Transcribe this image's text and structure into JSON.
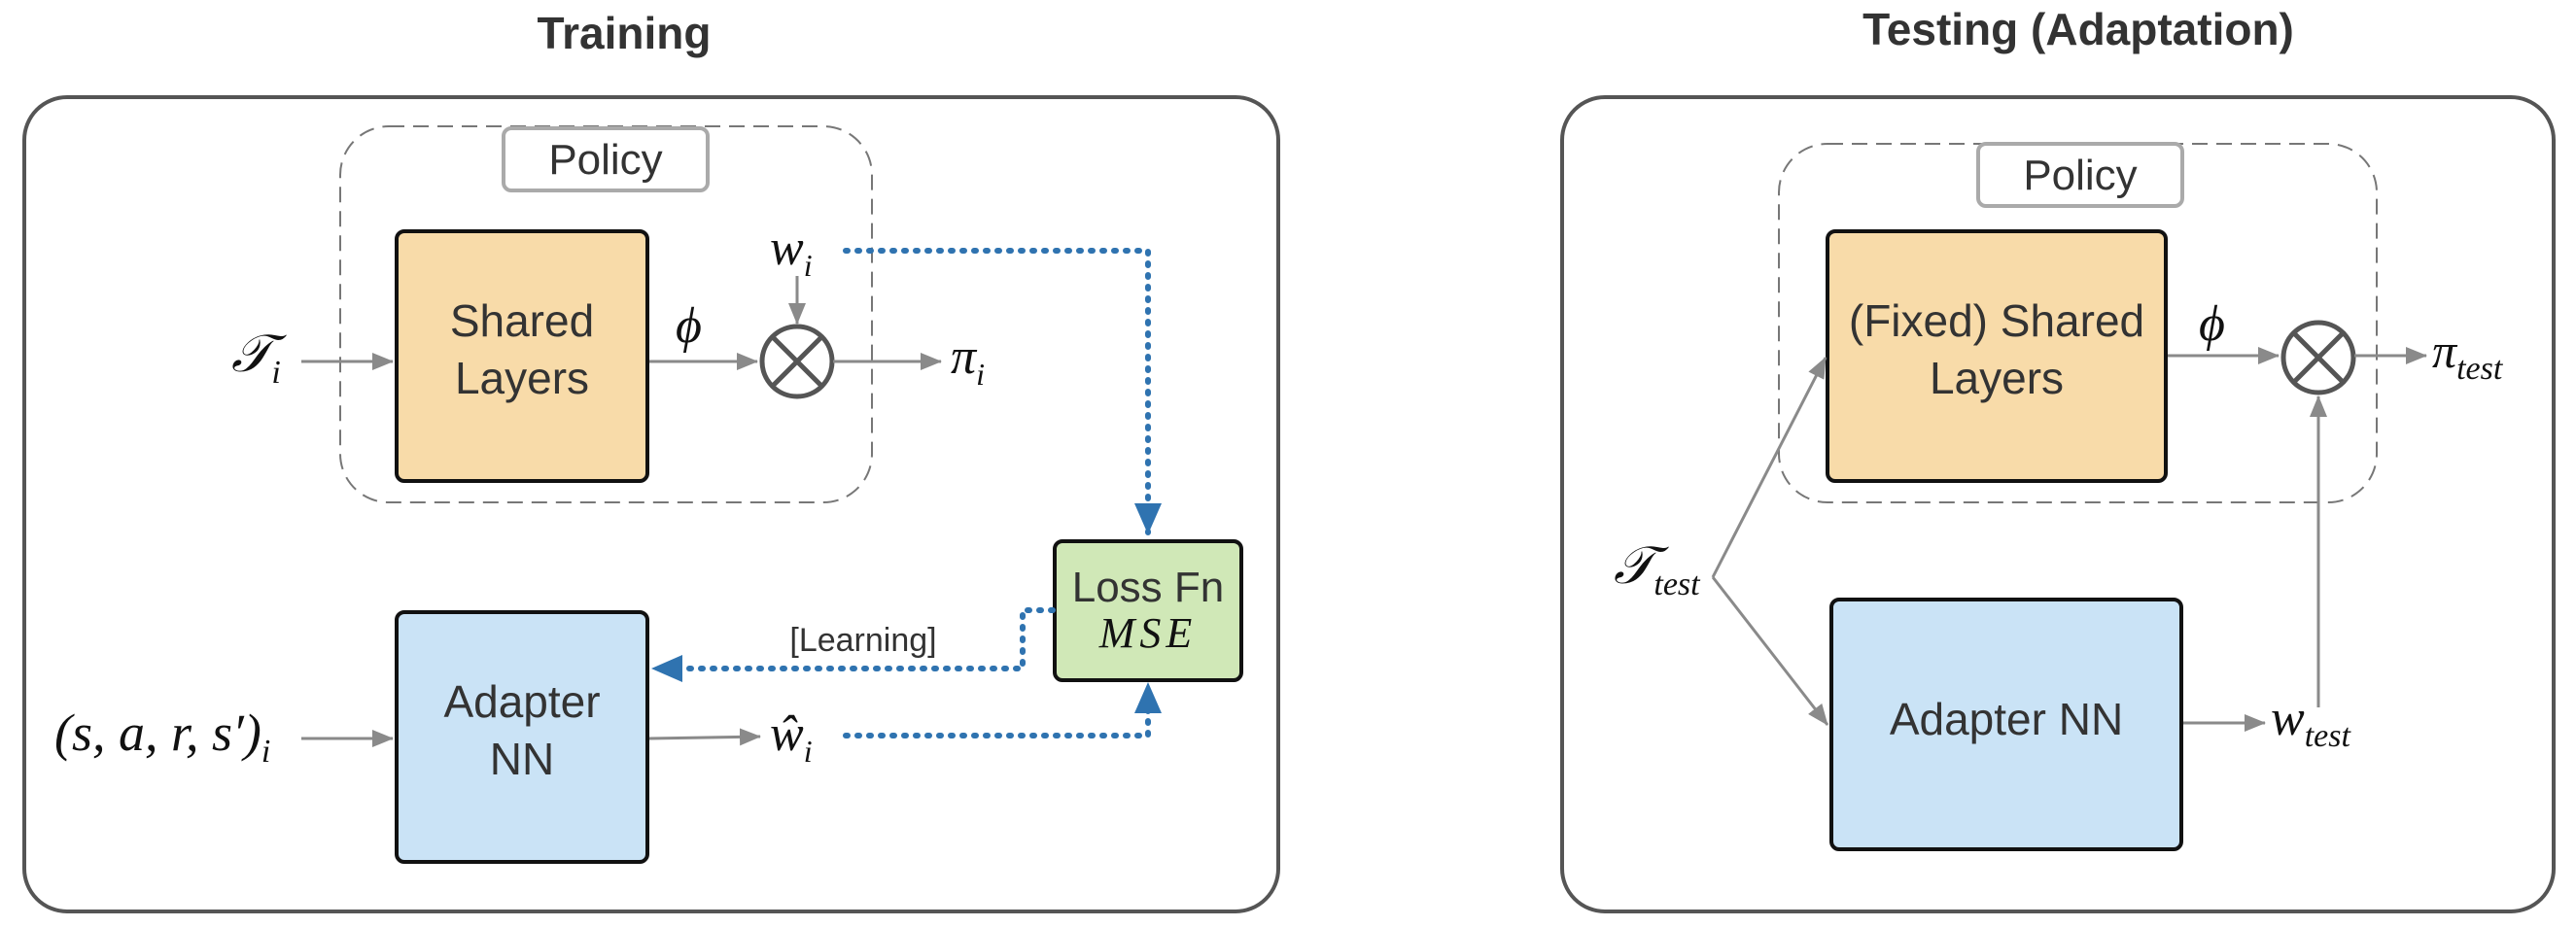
{
  "training": {
    "title": "Training",
    "policy_label": "Policy",
    "shared_layers_line1": "Shared",
    "shared_layers_line2": "Layers",
    "phi": "ϕ",
    "task_input": "𝒯",
    "task_sub": "i",
    "w": "w",
    "w_sub": "i",
    "pi": "π",
    "pi_sub": "i",
    "loss_line1": "Loss Fn",
    "loss_line2": "MSE",
    "learning_label": "[Learning]",
    "adapter_line1": "Adapter",
    "adapter_line2": "NN",
    "transition_input": "(s, a, r, s′)",
    "transition_sub": "i",
    "w_hat": "ŵ",
    "w_hat_sub": "i"
  },
  "testing": {
    "title": "Testing (Adaptation)",
    "policy_label": "Policy",
    "shared_layers_line1": "(Fixed) Shared",
    "shared_layers_line2": "Layers",
    "phi": "ϕ",
    "pi": "π",
    "pi_sub": "test",
    "task_input": "𝒯",
    "task_sub": "test",
    "adapter_label": "Adapter NN",
    "w": "w",
    "w_sub": "test"
  },
  "colors": {
    "shared_layers": "#f8dba9",
    "adapter": "#cae3f6",
    "loss": "#d0e8b7",
    "learning_signal": "#2f73b0"
  }
}
